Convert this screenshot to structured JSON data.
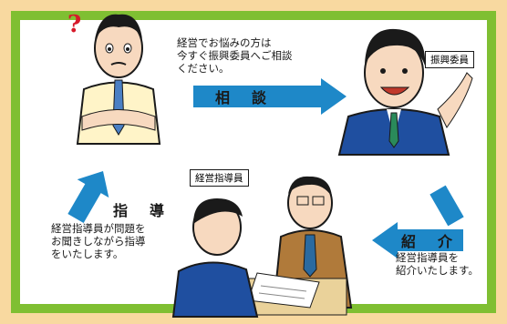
{
  "steps": {
    "consult": {
      "description": "経営でお悩みの方は\n今すぐ振興委員へご相談\nください。",
      "label": "相　談"
    },
    "introduce": {
      "label": "紹　介",
      "description": "経営指導員を\n紹介いたします。"
    },
    "guidance": {
      "label": "指　導",
      "description": "経営指導員が問題を\nお聞きしながら指導\nをいたします。"
    }
  },
  "tags": {
    "promotion_officer": "振興委員",
    "management_advisor": "経営指導員"
  },
  "question_mark": "?",
  "colors": {
    "outer_background": "#f8d9a0",
    "frame_border": "#7fbf32",
    "arrow_blue": "#1e88c8",
    "suit_blue": "#1f4fa0",
    "suit_brown": "#b07a3a",
    "tie_green": "#2a8a5a",
    "question_red": "#d7192a"
  }
}
